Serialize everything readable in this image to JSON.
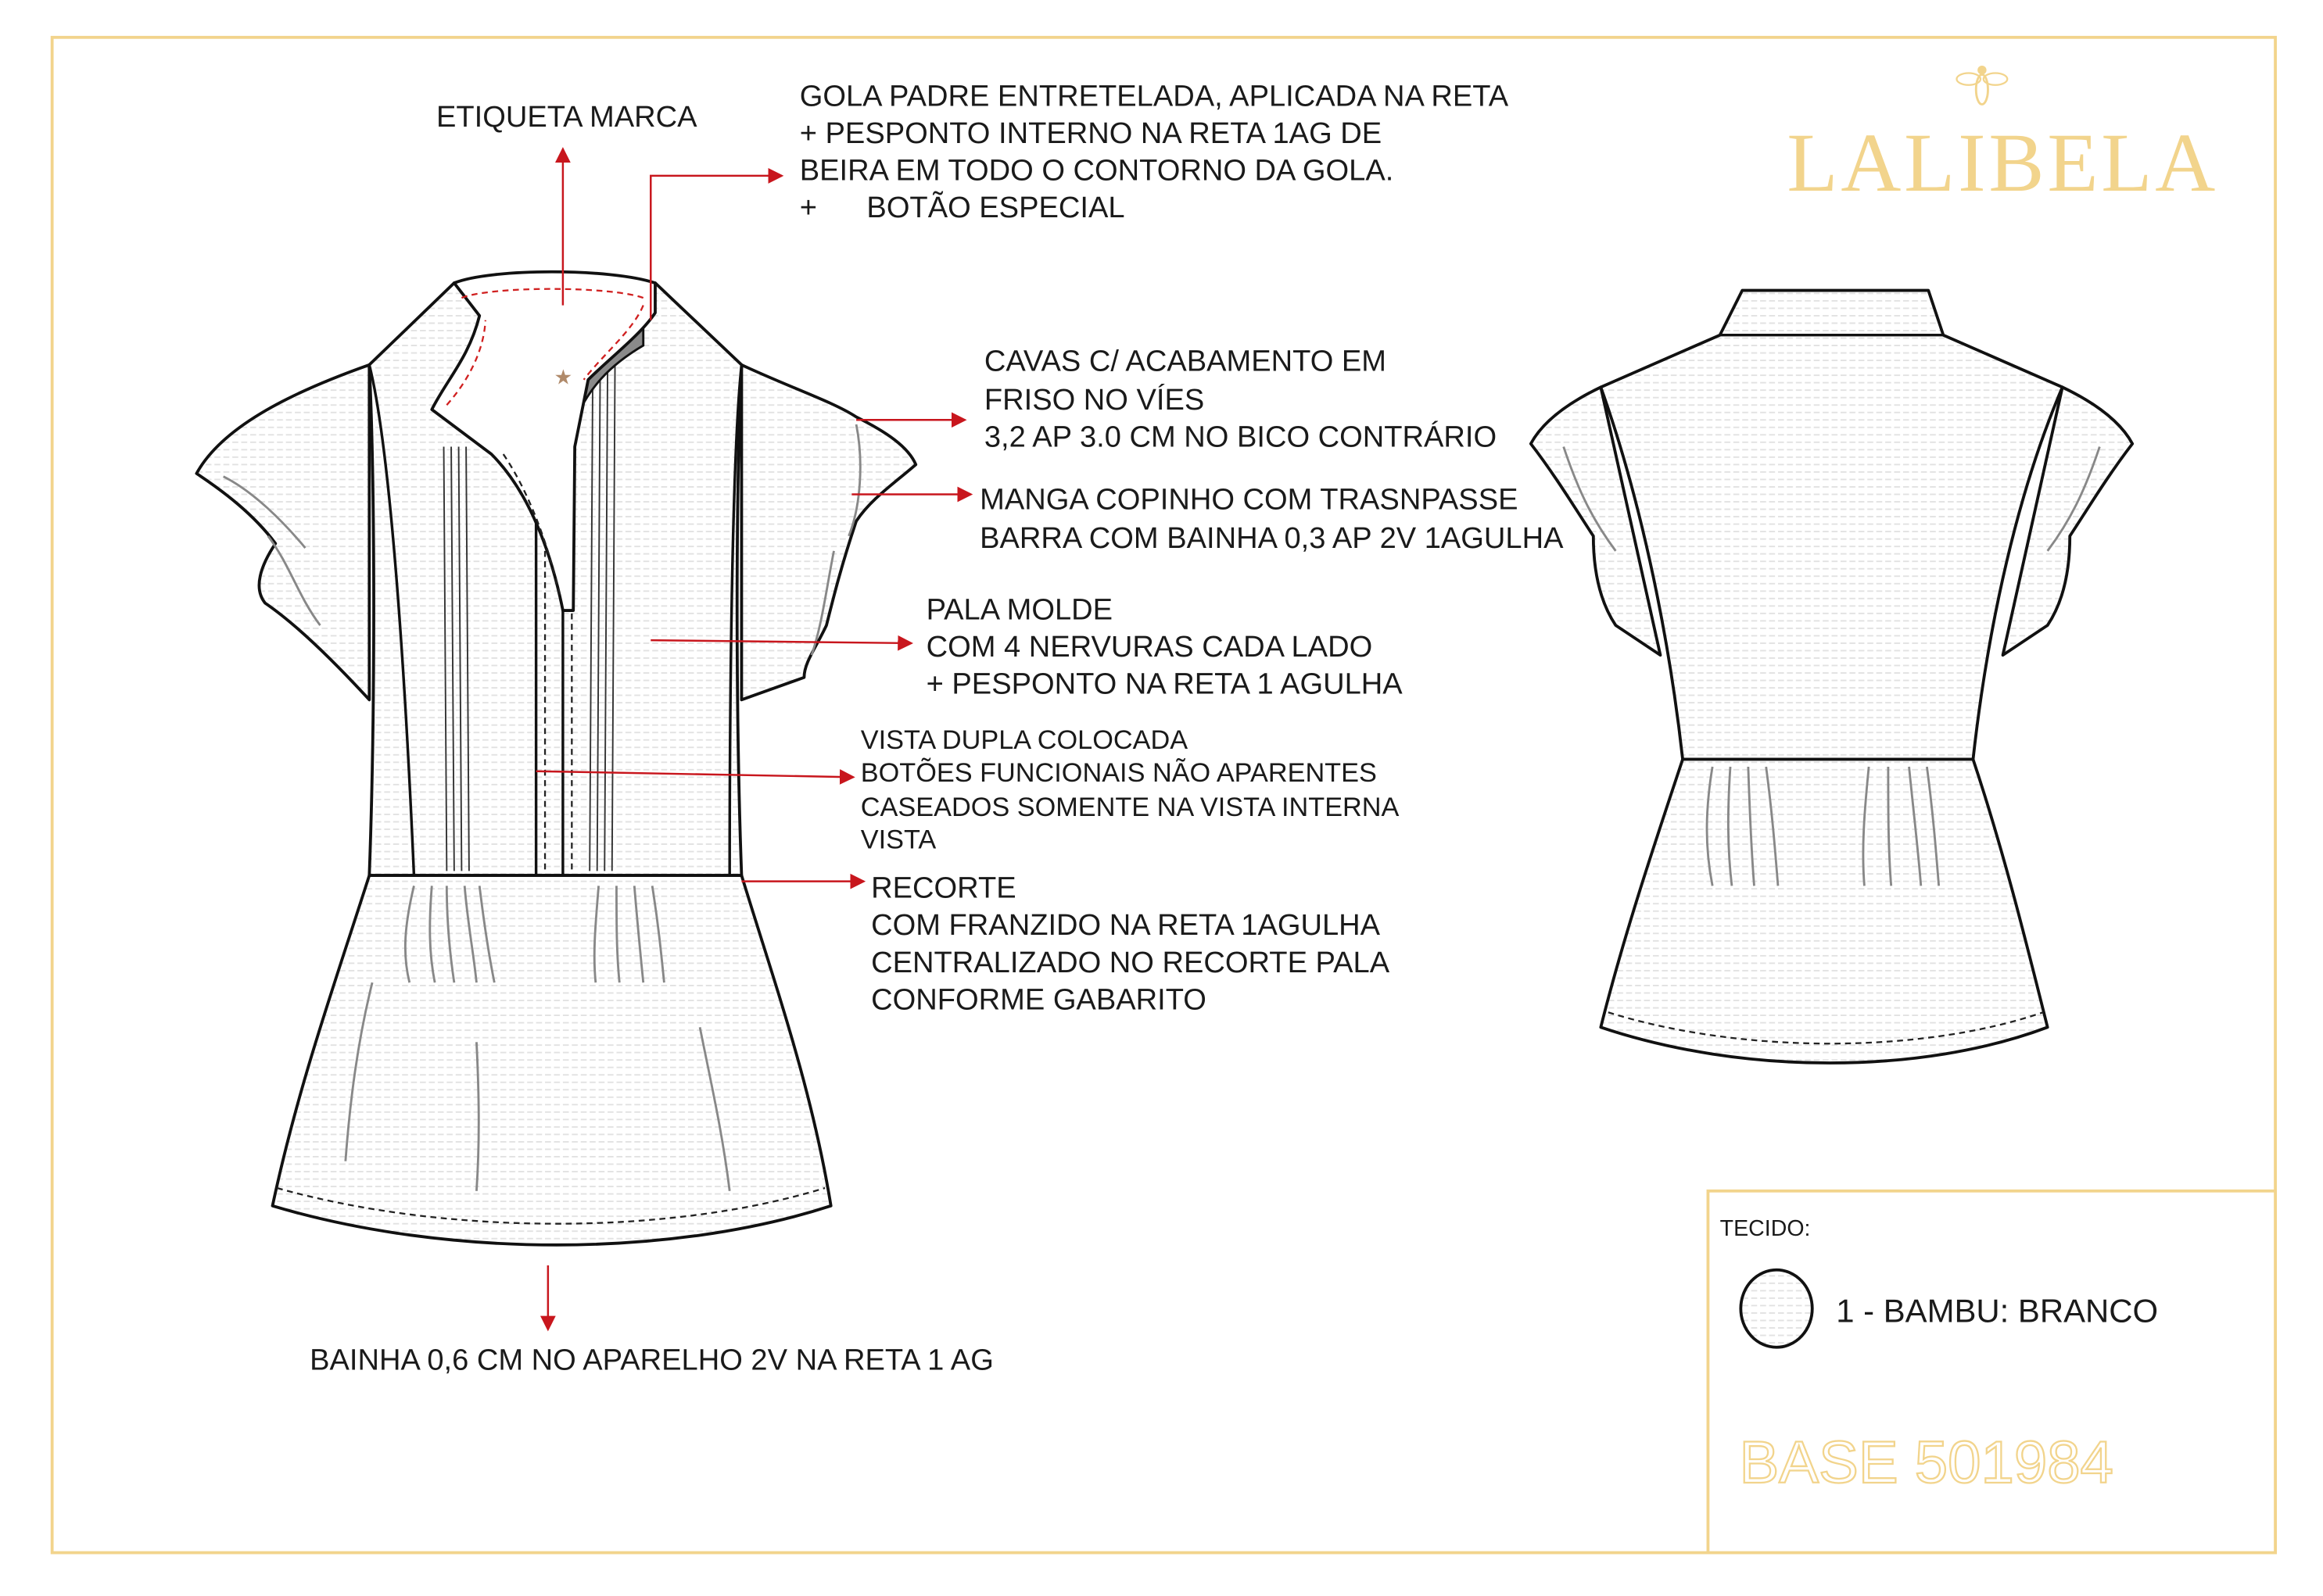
{
  "brand": {
    "name": "LALIBELA",
    "icon": "bee-icon",
    "color": "#f2d48c"
  },
  "annotations": {
    "etiqueta": "ETIQUETA MARCA",
    "gola": [
      "GOLA PADRE ENTRETELADA,  APLICADA NA RETA",
      "+ PESPONTO INTERNO NA RETA 1AG DE",
      "BEIRA EM TODO O CONTORNO DA GOLA.",
      "+      BOTÃO ESPECIAL"
    ],
    "cavas": [
      "CAVAS C/ ACABAMENTO EM",
      "FRISO NO VÍES",
      "3,2 AP 3.0 CM NO BICO CONTRÁRIO"
    ],
    "manga": [
      "MANGA COPINHO COM TRASNPASSE",
      "BARRA COM BAINHA 0,3 AP 2V 1AGULHA"
    ],
    "pala": [
      "PALA MOLDE",
      "COM 4 NERVURAS CADA LADO",
      "+ PESPONTO NA RETA 1 AGULHA"
    ],
    "vista": [
      "VISTA DUPLA COLOCADA",
      "BOTÕES FUNCIONAIS NÃO APARENTES",
      "CASEADOS SOMENTE NA VISTA INTERNA",
      "VISTA"
    ],
    "recorte": [
      "RECORTE",
      "COM FRANZIDO NA RETA 1AGULHA",
      "CENTRALIZADO NO RECORTE PALA",
      "CONFORME GABARITO"
    ],
    "bainha": "BAINHA 0,6 CM NO APARELHO 2V NA RETA 1 AG"
  },
  "fabric_box": {
    "label": "TECIDO:",
    "items": [
      {
        "label": "1 - BAMBU: BRANCO"
      }
    ],
    "base_code": "BASE 501984"
  },
  "colors": {
    "accent_gold": "#f2d48c",
    "arrow_red": "#c8161d"
  }
}
